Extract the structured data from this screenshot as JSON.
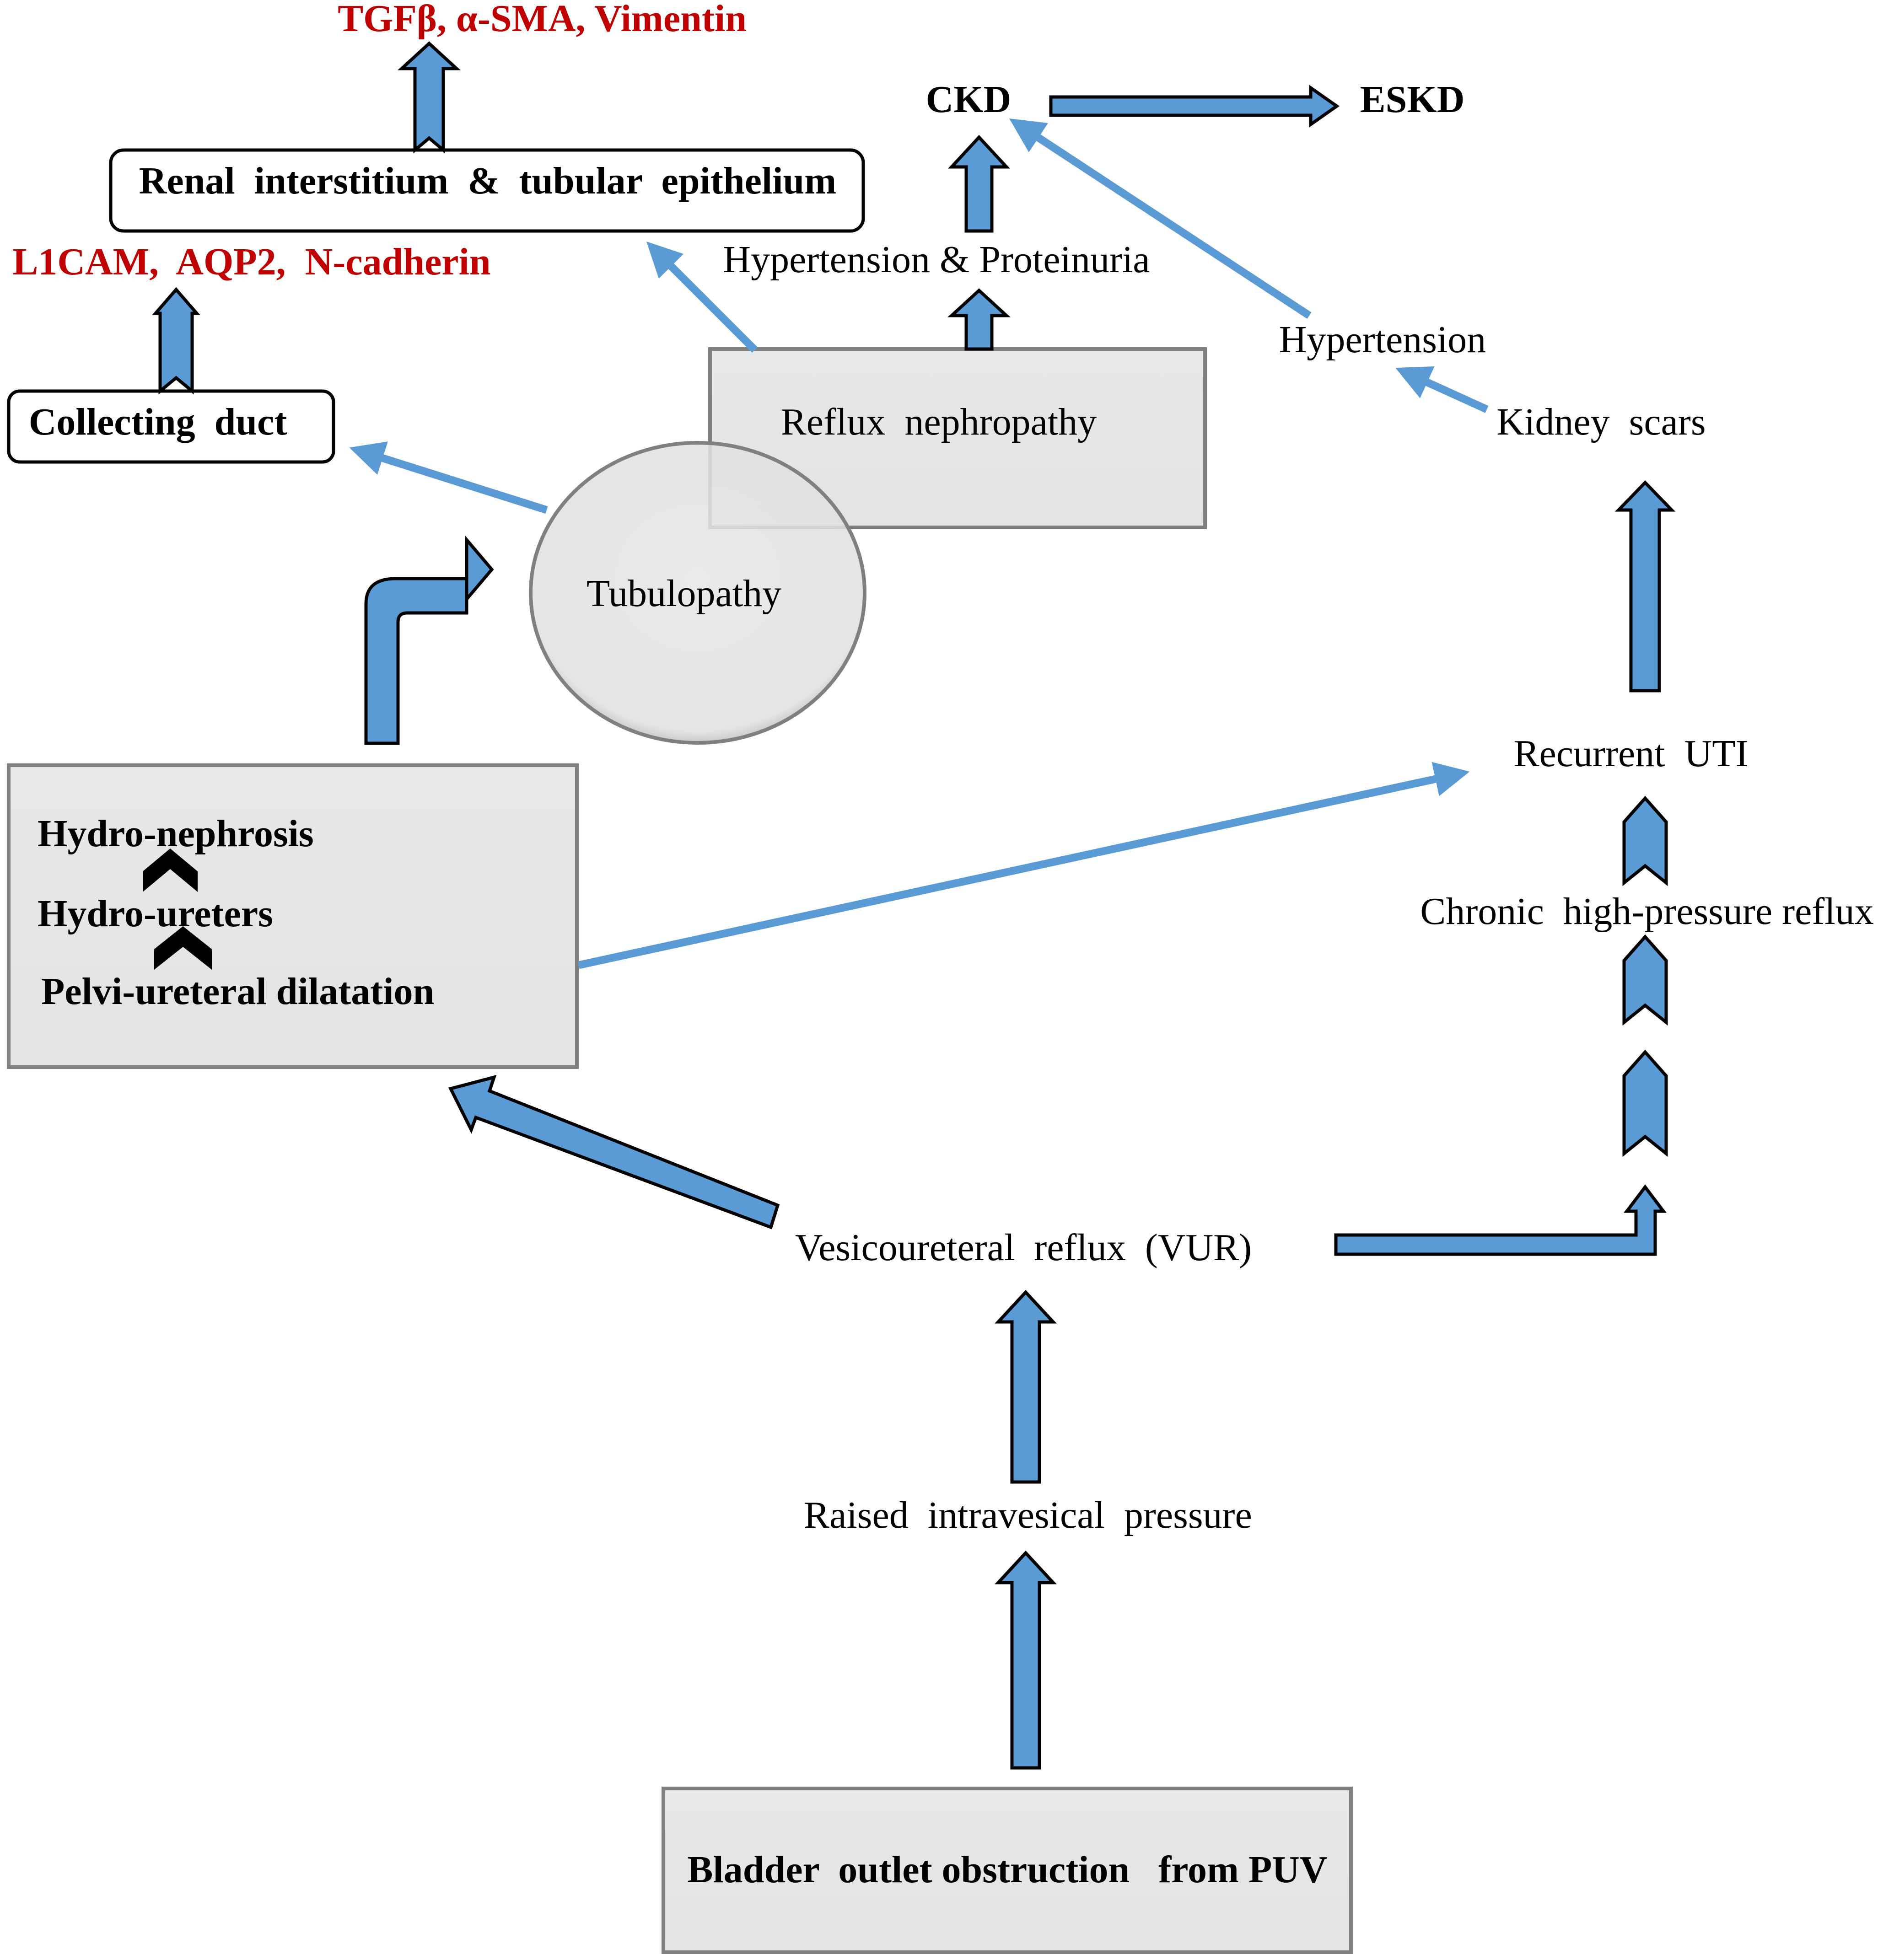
{
  "colors": {
    "arrow_fill": "#5b9bd5",
    "arrow_stroke": "#000000",
    "connector": "#5b9bd5",
    "marker_text": "#c00000",
    "box_fill": "#e6e6e6",
    "chevron": "#000000"
  },
  "nodes": {
    "markers_top": "TGFβ,  α-SMA,  Vimentin",
    "renal_interstitium": "Renal  interstitium  &  tubular  epithelium",
    "markers_collecting": "L1CAM,  AQP2,  N-cadherin",
    "collecting_duct": "Collecting  duct",
    "ckd": "CKD",
    "eskd": "ESKD",
    "hypertension_proteinuria": "Hypertension & Proteinuria",
    "hypertension": "Hypertension",
    "kidney_scars": "Kidney  scars",
    "reflux_nephropathy": "Reflux  nephropathy",
    "tubulopathy": "Tubulopathy",
    "hydronephrosis": "Hydro-nephrosis",
    "hydroureters": "Hydro-ureters",
    "pelviureteral": "Pelvi-ureteral dilatation",
    "recurrent_uti": "Recurrent  UTI",
    "chronic_reflux": "Chronic  high-pressure reflux",
    "vur": "Vesicoureteral  reflux  (VUR)",
    "raised_pressure": "Raised  intravesical  pressure",
    "bladder_obstruction": "Bladder  outlet obstruction   from PUV"
  }
}
